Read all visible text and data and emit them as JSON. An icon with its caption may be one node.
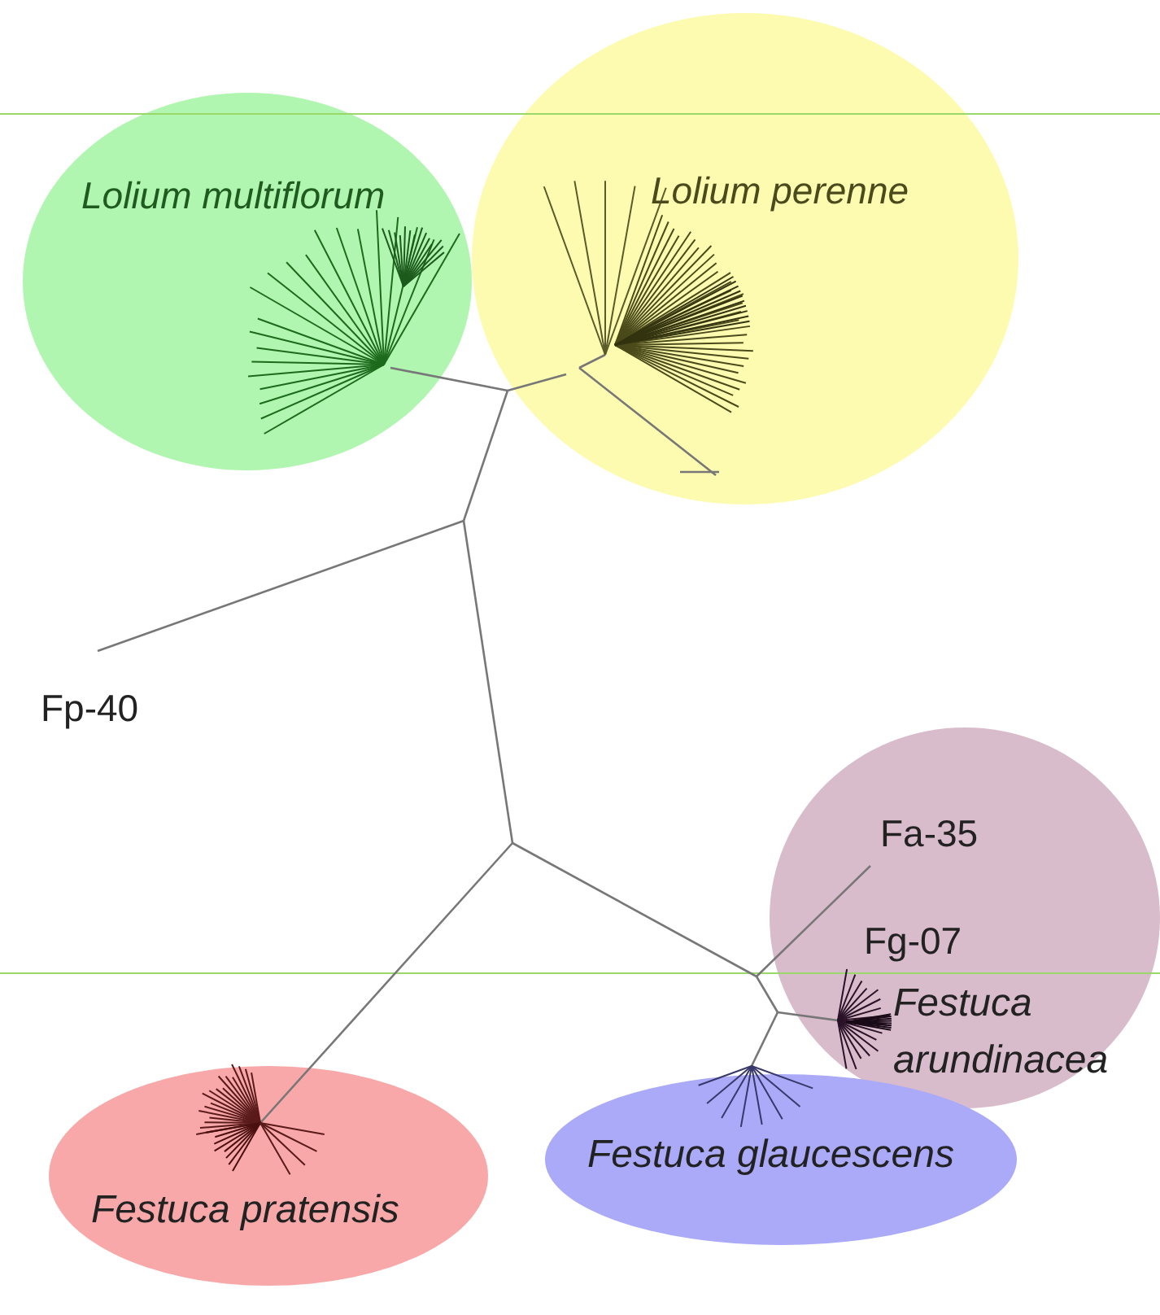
{
  "diagram": {
    "nodes": [
      {
        "text": [
          "Lolium multiflorum"
        ]
      },
      {
        "text": [
          "Lolium perenne"
        ]
      },
      {
        "text": [
          "Fa-35",
          "Fg-07",
          "Festuca arundinacea"
        ]
      },
      {
        "text": [
          "Festuca glaucescens"
        ]
      },
      {
        "text": [
          "Festuca pratensis"
        ]
      }
    ],
    "labels": [
      "Fp-40"
    ]
  }
}
